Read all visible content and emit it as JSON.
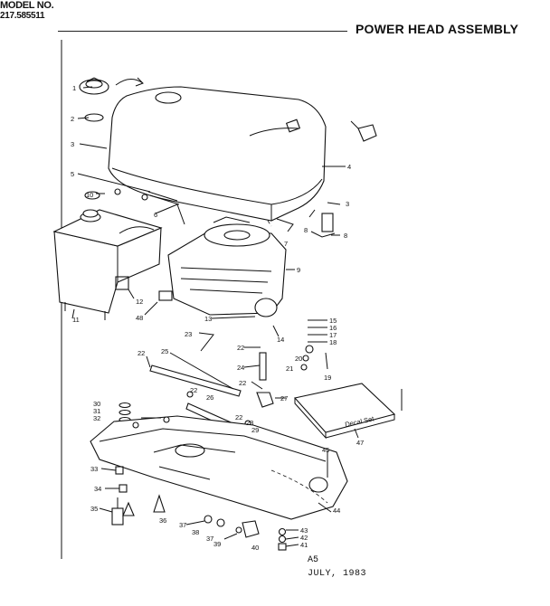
{
  "header": {
    "model_label": "MODEL NO.",
    "model_number": "217.585511",
    "title": "POWER HEAD ASSEMBLY"
  },
  "decal_label": "Decal Set",
  "footer": {
    "code": "A5",
    "date": "JULY, 1983"
  },
  "callouts": {
    "c1": "1",
    "c2": "2",
    "c3a": "3",
    "c3b": "3",
    "c4": "4",
    "c5": "5",
    "c6": "6",
    "c7": "7",
    "c8a": "8",
    "c8b": "8",
    "c9": "9",
    "c10": "10",
    "c11": "11",
    "c12": "12",
    "c13": "13",
    "c14": "14",
    "c15": "15",
    "c16": "16",
    "c17": "17",
    "c18": "18",
    "c19": "19",
    "c20": "20",
    "c21": "21",
    "c22a": "22",
    "c22b": "22",
    "c22c": "22",
    "c22d": "22",
    "c23a": "23",
    "c23b": "23",
    "c24": "24",
    "c25": "25",
    "c26": "26",
    "c27": "27",
    "c29": "29",
    "c30": "30",
    "c31": "31",
    "c32": "32",
    "c33": "33",
    "c34": "34",
    "c35": "35",
    "c36": "36",
    "c37a": "37",
    "c37b": "37",
    "c38": "38",
    "c39": "39",
    "c40": "40",
    "c41": "41",
    "c42": "42",
    "c43": "43",
    "c44": "44",
    "c45": "45",
    "c47": "47",
    "c48": "48"
  }
}
